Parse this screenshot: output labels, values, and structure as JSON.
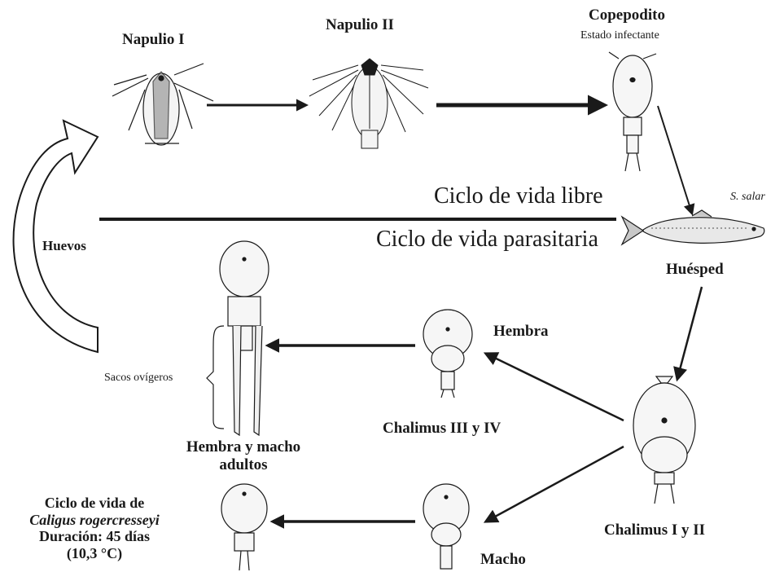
{
  "stages": {
    "napulio1": "Napulio I",
    "napulio2": "Napulio II",
    "copepodito": "Copepodito",
    "copepodito_note": "Estado infectante",
    "host_species": "S. salar",
    "host": "Huésped",
    "hembra": "Hembra",
    "chalimus34": "Chalimus III y IV",
    "chalimus12": "Chalimus I y II",
    "macho": "Macho",
    "adults_line1": "Hembra y macho",
    "adults_line2": "adultos",
    "sacos": "Sacos ovígeros",
    "huevos": "Huevos"
  },
  "zones": {
    "free": "Ciclo de vida libre",
    "parasitic": "Ciclo de vida parasitaria"
  },
  "caption": {
    "line1": "Ciclo de vida de",
    "species": "Caligus rogercresseyi",
    "line3": "Duración: 45 días",
    "line4": "(10,3 °C)"
  }
}
